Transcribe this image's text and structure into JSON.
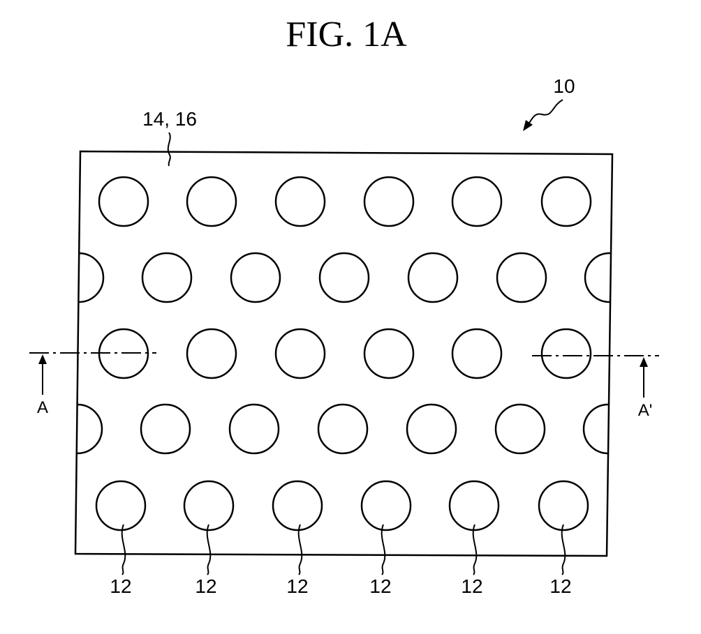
{
  "figure": {
    "title": "FIG. 1A",
    "device_ref": "10",
    "substrate_ref": "14, 16",
    "section_start": "A",
    "section_end": "A'",
    "hole_ref": "12",
    "hole_leader_count": 6
  },
  "pattern": {
    "rows": 5,
    "full_holes_per_row": 6,
    "edge_half_holes_rows": [
      2,
      4
    ]
  },
  "colors": {
    "stroke": "#000000",
    "background": "#ffffff"
  }
}
